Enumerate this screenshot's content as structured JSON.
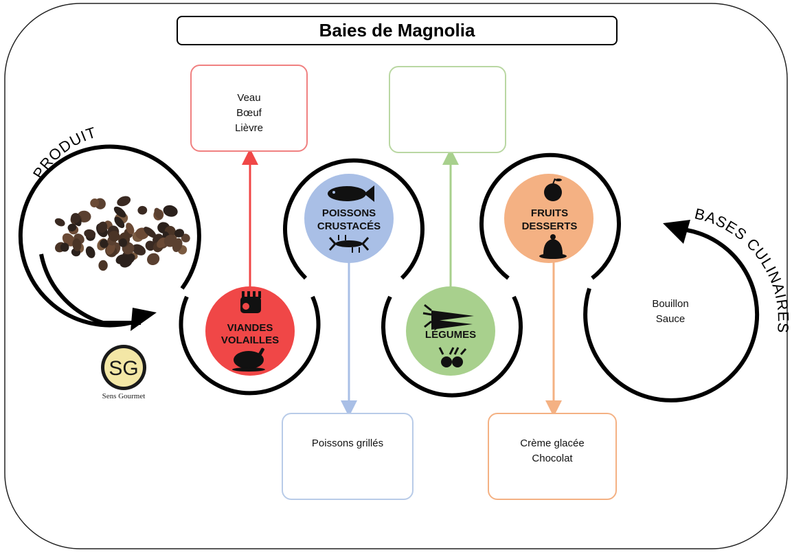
{
  "title": "Baies de Magnolia",
  "produit_label": "PRODUIT",
  "bases_label": "BASES CULINAIRES",
  "logo": {
    "initials": "SG",
    "caption": "Sens Gourmet"
  },
  "bases_items": [
    "Bouillon",
    "Sauce"
  ],
  "categories": [
    {
      "id": "viandes",
      "lines": [
        "VIANDES",
        "VOLAILLES"
      ],
      "color": "#f04747",
      "icons": [
        "meat-rack-icon",
        "roast-chicken-icon"
      ],
      "pairings": [
        "Veau",
        "Bœuf",
        "Lièvre"
      ],
      "box_color": "#f08080"
    },
    {
      "id": "poissons",
      "lines": [
        "POISSONS",
        "CRUSTACÉS"
      ],
      "color": "#a9bfe6",
      "icons": [
        "fish-icon",
        "lobster-icon"
      ],
      "pairings": [
        "Poissons grillés"
      ],
      "box_color": "#b8cbe8"
    },
    {
      "id": "legumes",
      "lines": [
        "LÉGUMES"
      ],
      "color": "#a8d08d",
      "icons": [
        "carrots-icon",
        "radishes-icon"
      ],
      "pairings": [],
      "box_color": "#b9d7a2"
    },
    {
      "id": "fruits",
      "lines": [
        "FRUITS",
        "DESSERTS"
      ],
      "color": "#f4b183",
      "icons": [
        "apple-icon",
        "dessert-icon"
      ],
      "pairings": [
        "Crème glacée",
        "Chocolat"
      ],
      "box_color": "#f4b183"
    }
  ]
}
